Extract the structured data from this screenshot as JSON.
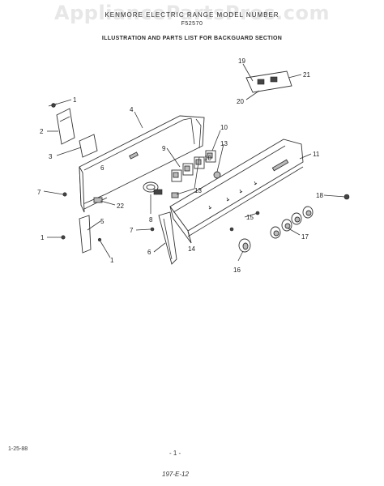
{
  "watermark": "AppliancePartsPros.com",
  "header": {
    "line1": "KENMORE ELECTRIC RANGE MODEL NUMBER",
    "line2": "F52570",
    "line3": "ILLUSTRATION AND PARTS LIST FOR BACKGUARD SECTION"
  },
  "callouts": [
    "1",
    "2",
    "3",
    "4",
    "5",
    "6",
    "7",
    "8",
    "9",
    "10",
    "11",
    "13",
    "14",
    "15",
    "16",
    "17",
    "18",
    "19",
    "20",
    "21",
    "22"
  ],
  "footer": {
    "date": "1-25-88",
    "page": "- 1 -",
    "code": "197-E-12"
  }
}
